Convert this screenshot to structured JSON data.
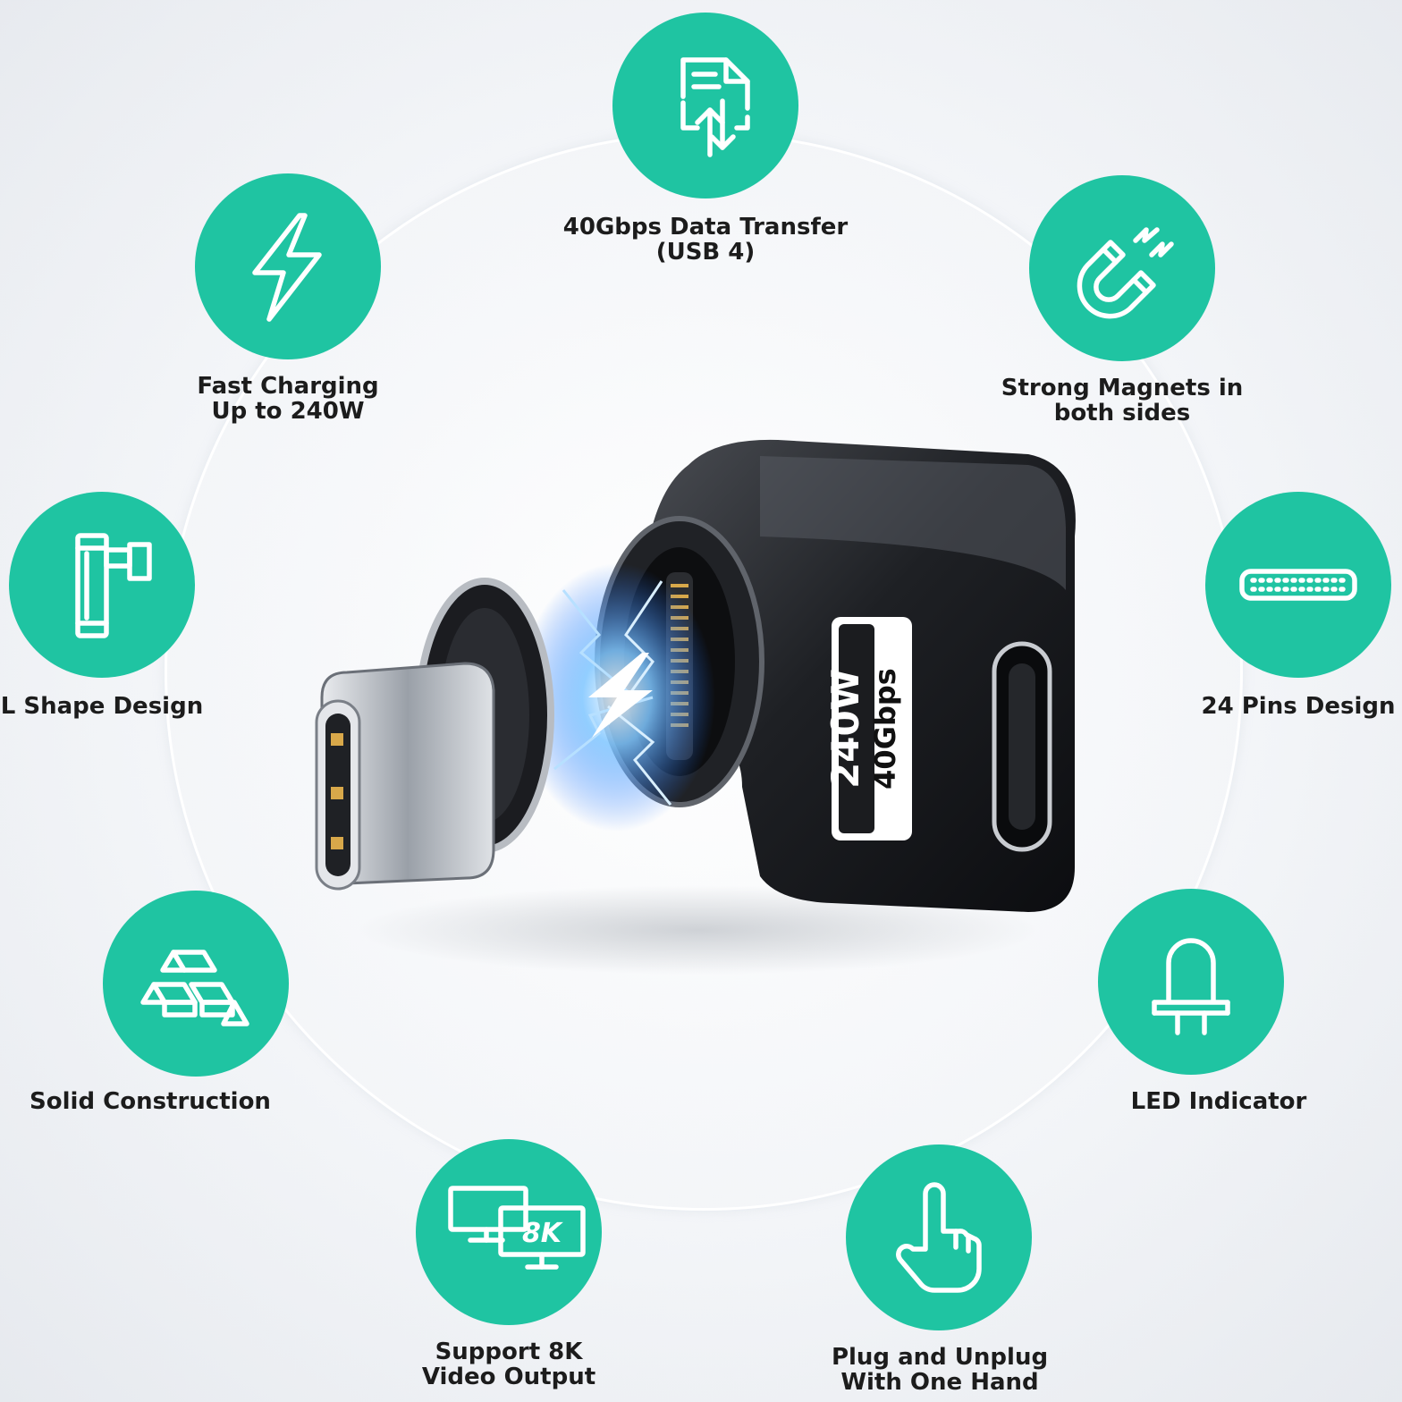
{
  "features": [
    {
      "id": "data-transfer",
      "icon": "document-transfer-icon",
      "lines": [
        "40Gbps Data Transfer",
        "(USB 4)"
      ]
    },
    {
      "id": "fast-charging",
      "icon": "lightning-bolt-icon",
      "lines": [
        "Fast Charging",
        "Up to 240W"
      ]
    },
    {
      "id": "magnets",
      "icon": "magnet-icon",
      "lines": [
        "Strong Magnets in",
        "both sides"
      ]
    },
    {
      "id": "l-shape",
      "icon": "l-shape-connector-icon",
      "lines": [
        "L Shape Design"
      ]
    },
    {
      "id": "pins",
      "icon": "pins-connector-icon",
      "lines": [
        "24 Pins Design"
      ]
    },
    {
      "id": "construction",
      "icon": "gold-bars-icon",
      "lines": [
        "Solid Construction"
      ]
    },
    {
      "id": "led",
      "icon": "led-bulb-icon",
      "lines": [
        "LED Indicator"
      ]
    },
    {
      "id": "video",
      "icon": "monitor-8k-icon",
      "icon_text": "8K",
      "lines": [
        "Support 8K",
        "Video Output"
      ]
    },
    {
      "id": "one-hand",
      "icon": "pointing-hand-icon",
      "lines": [
        "Plug and Unplug",
        "With One Hand"
      ]
    }
  ],
  "product": {
    "label_power": "240W",
    "label_speed": "40Gbps",
    "accent": "#1fc4a2"
  }
}
